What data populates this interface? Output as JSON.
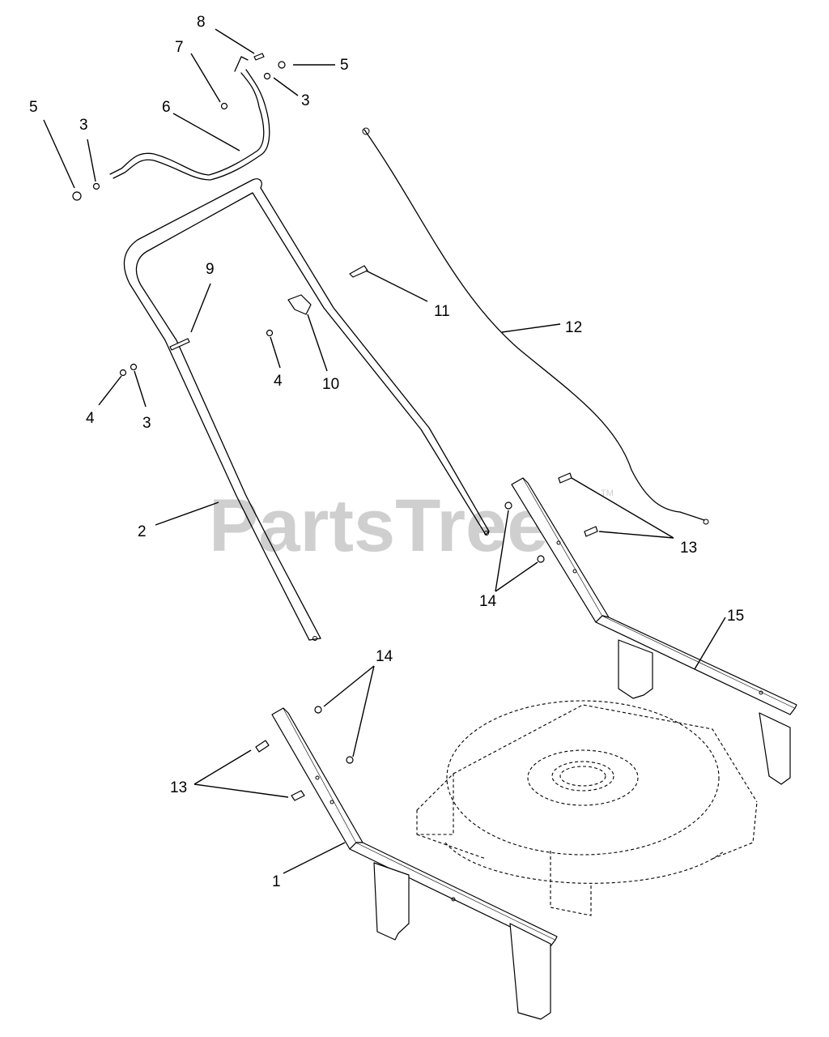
{
  "watermark": {
    "text": "PartsTree",
    "mark": "TM"
  },
  "callouts": {
    "c1": "1",
    "c2": "2",
    "c3a": "3",
    "c3b": "3",
    "c3c": "3",
    "c4a": "4",
    "c4b": "4",
    "c5a": "5",
    "c5b": "5",
    "c6": "6",
    "c7": "7",
    "c8": "8",
    "c9": "9",
    "c10": "10",
    "c11": "11",
    "c12": "12",
    "c13a": "13",
    "c13b": "13",
    "c14a": "14",
    "c14b": "14",
    "c15": "15"
  }
}
